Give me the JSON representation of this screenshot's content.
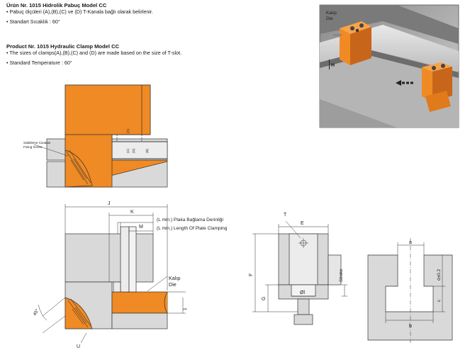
{
  "header_tr": {
    "title": "Ürün Nr. 1015 Hidrolik Pabuç Model CC",
    "line1": "• Pabuç ölçüleri (A),(B),(C) ve (D) T-Kanala bağlı olarak belirlenir.",
    "line2": "• Standart Sıcaklık : 60°"
  },
  "header_en": {
    "title": "Product Nr. 1015 Hydraulic Clamp Model CC",
    "line1": "• The sizes of clamps(A),(B),(C) and (D) are made  based on the size of T-slot.",
    "line2": "• Standard Temperature : 60°"
  },
  "photo": {
    "die_label_tr": "Kalıp",
    "die_label_en": "Die",
    "h_label": "H"
  },
  "section_drawing": {
    "screw_label_tr": "Sabitleme Civatası",
    "screw_label_en": "Fixing Screw",
    "dim_a_rotated": "(A)",
    "dim_c_rotated": "(C)",
    "dim_d_rotated": "(D)",
    "dim_b_rotated": "(B)"
  },
  "side_drawing": {
    "j": "J",
    "k": "K",
    "m": "M",
    "plate_depth_tr": "(L min.) Plaka Bağlama Derinliği",
    "plate_depth_en": "(L min.) Length Of Plate Clamping",
    "die_tr": "Kalıp",
    "die_en": "Die",
    "one": "1",
    "angle": "45°",
    "u": "U"
  },
  "front_drawing": {
    "t": "T",
    "e": "E",
    "f": "F",
    "g": "G",
    "stroke": "Stroke",
    "dia": "Øl"
  },
  "tslot_drawing": {
    "a": "a",
    "b": "b",
    "c": "c",
    "d": "d±0.2"
  },
  "colors": {
    "orange": "#f08a24",
    "orange_dark": "#c7661a",
    "gray": "#d9d9d9",
    "gray_dark": "#a9a9a9",
    "line": "#333333"
  }
}
